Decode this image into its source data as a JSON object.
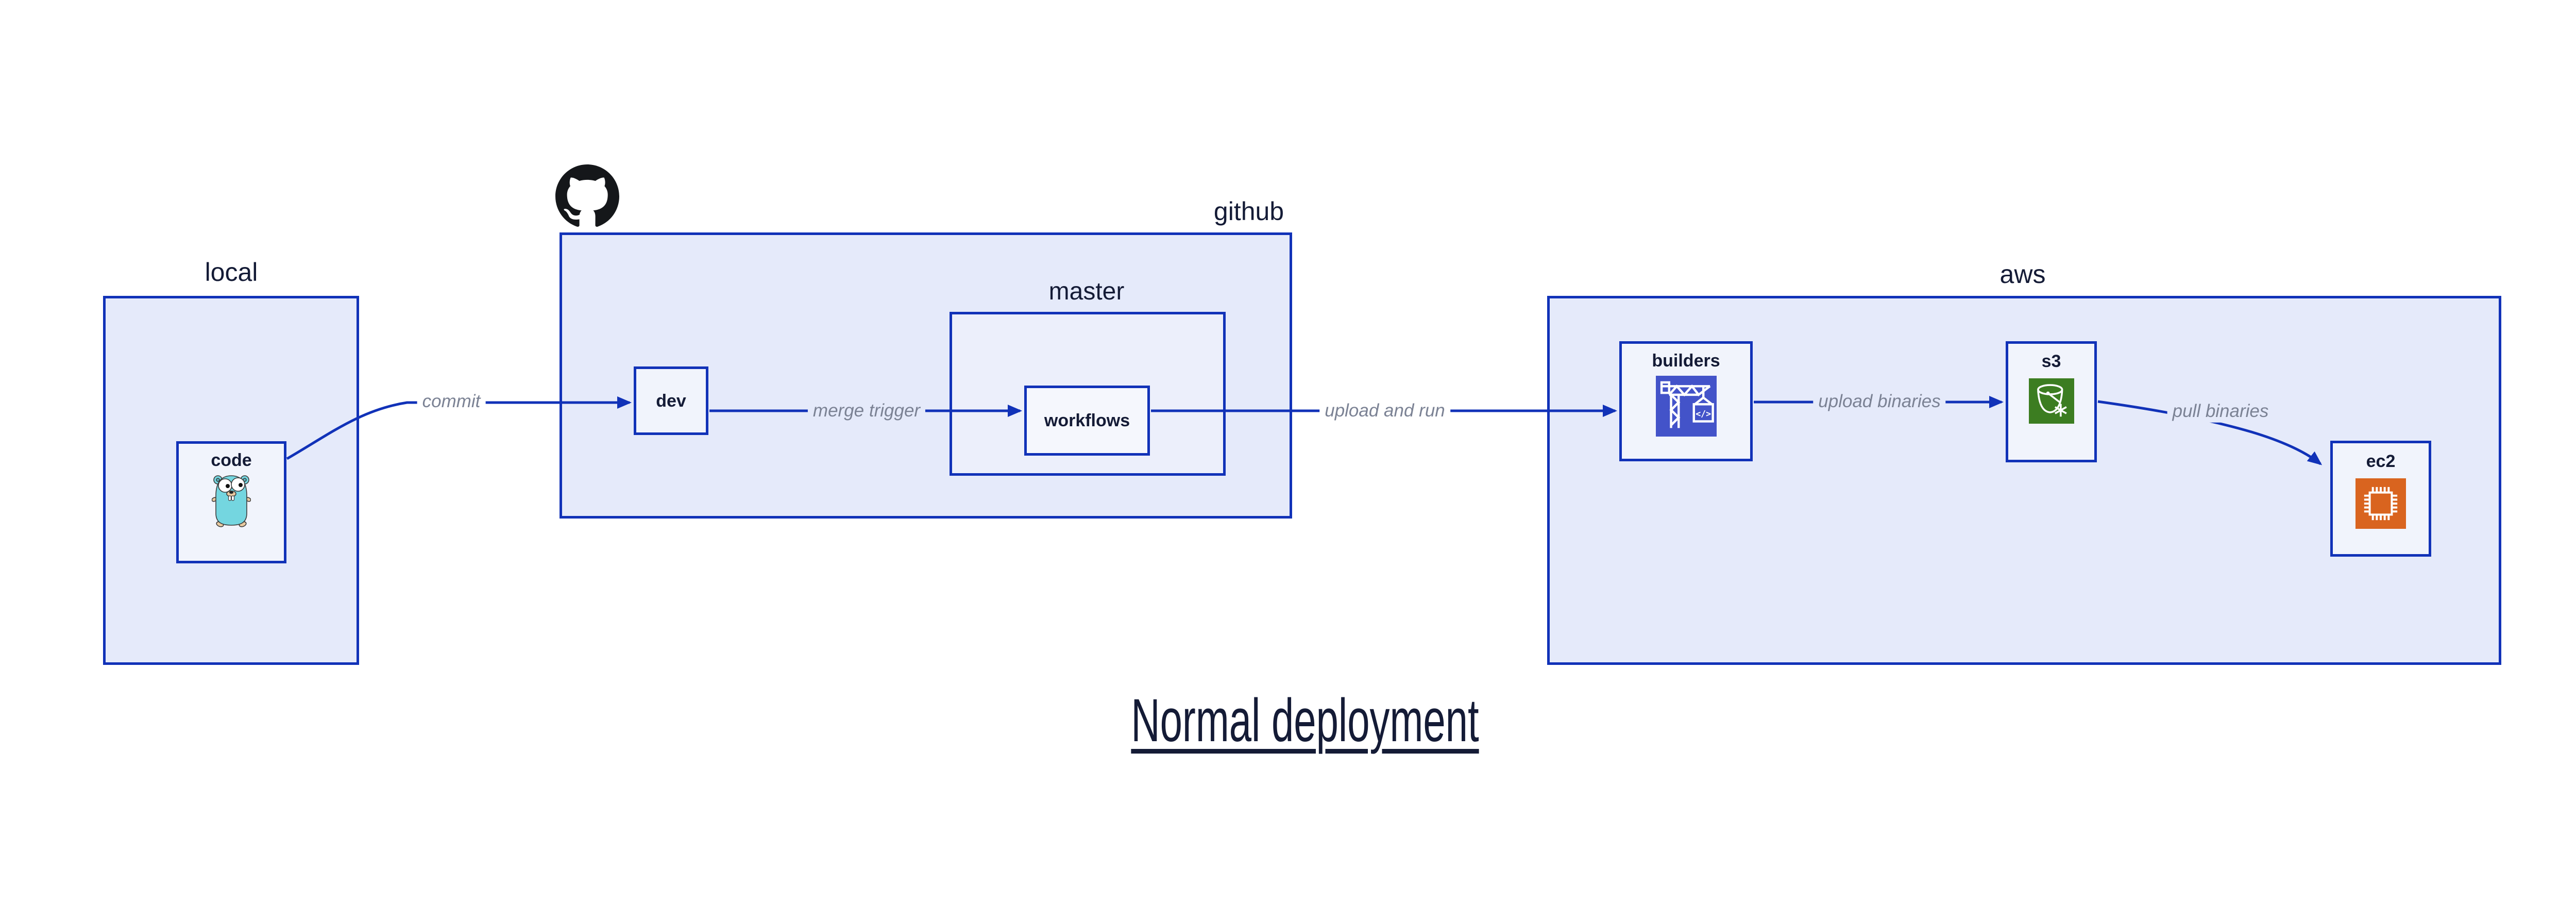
{
  "title": {
    "text": "Normal deployment"
  },
  "containers": {
    "local": {
      "label": "local"
    },
    "github": {
      "label": "github"
    },
    "master": {
      "label": "master"
    },
    "aws": {
      "label": "aws"
    }
  },
  "nodes": {
    "code": {
      "label": "code",
      "icon": "go-gopher-icon"
    },
    "dev": {
      "label": "dev"
    },
    "workflows": {
      "label": "workflows"
    },
    "builders": {
      "label": "builders",
      "icon": "codebuild-crane-icon",
      "icon_glyph": "</>"
    },
    "s3": {
      "label": "s3",
      "icon": "s3-glacier-bucket-icon"
    },
    "ec2": {
      "label": "ec2",
      "icon": "ec2-chip-icon"
    }
  },
  "edges": {
    "commit": {
      "label": "commit",
      "from": "code",
      "to": "dev"
    },
    "merge_trigger": {
      "label": "merge trigger",
      "from": "dev",
      "to": "workflows"
    },
    "upload_and_run": {
      "label": "upload and run",
      "from": "workflows",
      "to": "builders"
    },
    "upload_binaries": {
      "label": "upload binaries",
      "from": "builders",
      "to": "s3"
    },
    "pull_binaries": {
      "label": "pull binaries",
      "from": "s3",
      "to": "ec2"
    }
  },
  "icons": {
    "github_logo": "github-octocat-icon"
  },
  "colors": {
    "border_and_arrow_blue": "#1132b8",
    "container_fill": "#e5eafa",
    "master_fill": "#eceffb",
    "node_fill": "#f1f4fc",
    "workflows_fill": "#f5f7fd",
    "text_navy": "#141b36",
    "edge_label_gray": "#7b8294",
    "builders_icon_bg": "#4353c9",
    "s3_icon_bg": "#3c7d21",
    "ec2_icon_bg": "#d9641f",
    "github_logo_black": "#15171a",
    "gopher_teal": "#74d6e0",
    "gopher_tan": "#e8c9a0"
  }
}
